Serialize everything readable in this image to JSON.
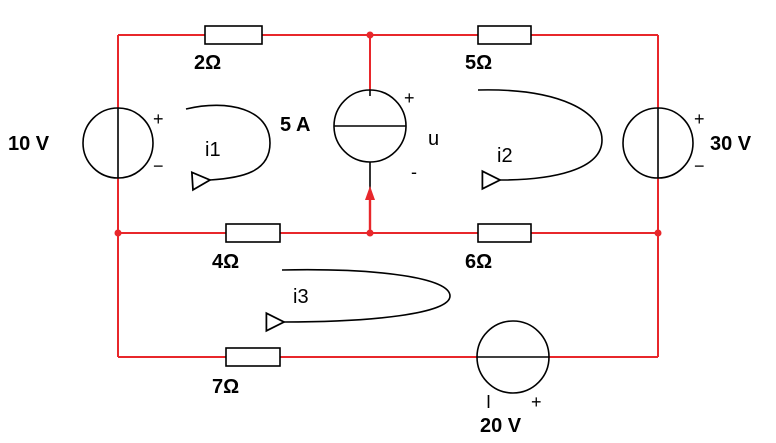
{
  "resistors": {
    "r_top_left": "2Ω",
    "r_top_right": "5Ω",
    "r_mid_left": "4Ω",
    "r_mid_right": "6Ω",
    "r_bottom": "7Ω"
  },
  "sources": {
    "v_left": "10 V",
    "v_right": "30 V",
    "v_bottom": "20 V",
    "i_center": "5 A",
    "i_center_voltage": "u"
  },
  "loops": {
    "loop1": "i1",
    "loop2": "i2",
    "loop3": "i3"
  },
  "polarity": {
    "plus": "+",
    "minus": "−",
    "u_minus": "-",
    "v_bottom_minus": "I"
  },
  "colors": {
    "wire": "#e8272b",
    "component": "#000000"
  }
}
